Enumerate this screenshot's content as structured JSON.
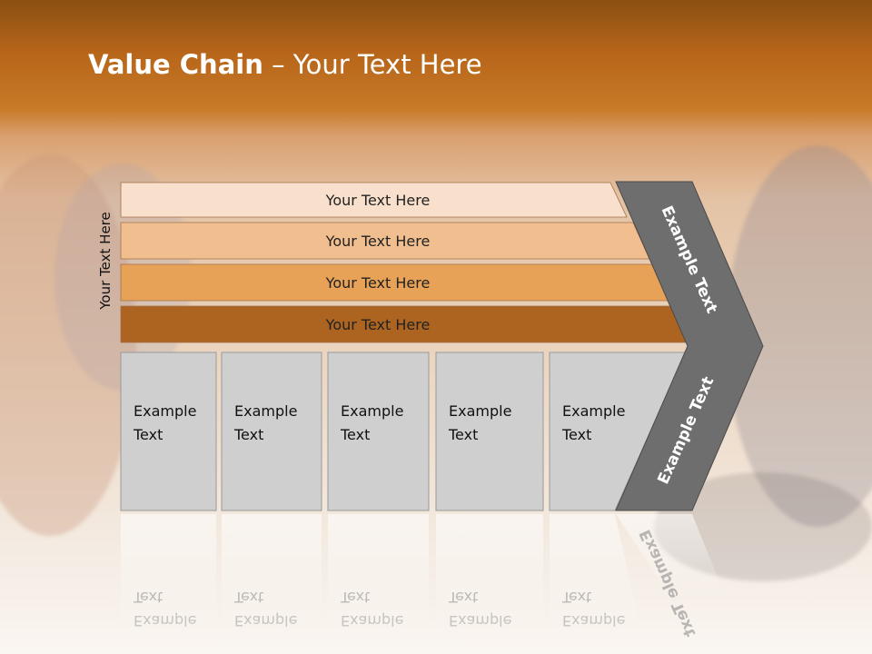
{
  "title": {
    "bold": "Value Chain",
    "rest": " – Your Text Here"
  },
  "side_label": "Your Text Here",
  "bands": [
    {
      "label": "Your Text Here",
      "color": "#f9e0cc"
    },
    {
      "label": "Your Text Here",
      "color": "#f1bf8f"
    },
    {
      "label": "Your Text Here",
      "color": "#e8a257"
    },
    {
      "label": "Your Text Here",
      "color": "#ac6420"
    }
  ],
  "columns": [
    {
      "line1": "Example",
      "line2": "Text"
    },
    {
      "line1": "Example",
      "line2": "Text"
    },
    {
      "line1": "Example",
      "line2": "Text"
    },
    {
      "line1": "Example",
      "line2": "Text"
    },
    {
      "line1": "Example",
      "line2": "Text"
    }
  ],
  "chevron": {
    "upper": "Example Text",
    "lower": "Example Text"
  },
  "colors": {
    "column_fill": "#cfcfcf",
    "chevron_fill": "#6e6e6e"
  }
}
